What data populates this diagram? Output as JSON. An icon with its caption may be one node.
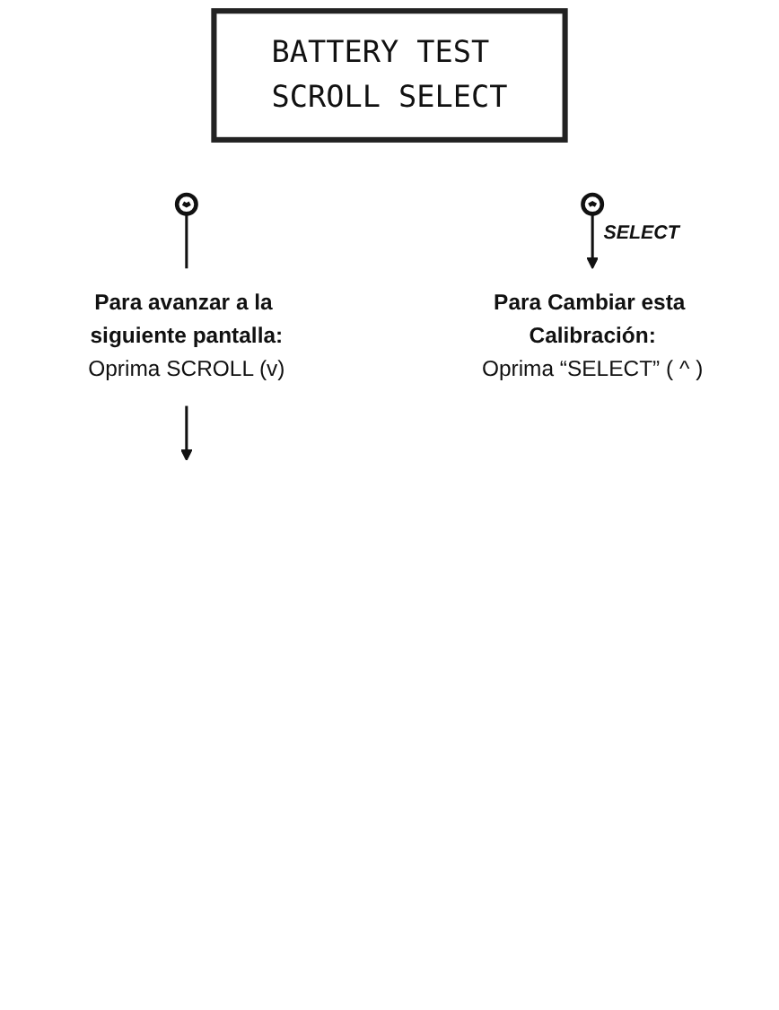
{
  "diagram": {
    "nodes": [
      {
        "text": [
          "BATTERY TEST SCROLL SELECT"
        ]
      },
      {
        "text": [],
        "shape": "circle"
      },
      {
        "text": [],
        "shape": "circle",
        "beside": [
          "SELECT"
        ]
      },
      {
        "text": [
          "Para avanzar a la siguiente pantalla:",
          "Oprima SCROLL (v)"
        ]
      },
      {
        "text": [
          "Para Cambiar esta Calibración:",
          "Oprima “SELECT” ( ^ )"
        ]
      }
    ],
    "edges": [
      {
        "from": 1,
        "to": 3,
        "arrow": "none"
      },
      {
        "from": 2,
        "to": 4,
        "arrow": "to"
      },
      {
        "from": 3,
        "to": null,
        "arrow": "to"
      }
    ]
  }
}
